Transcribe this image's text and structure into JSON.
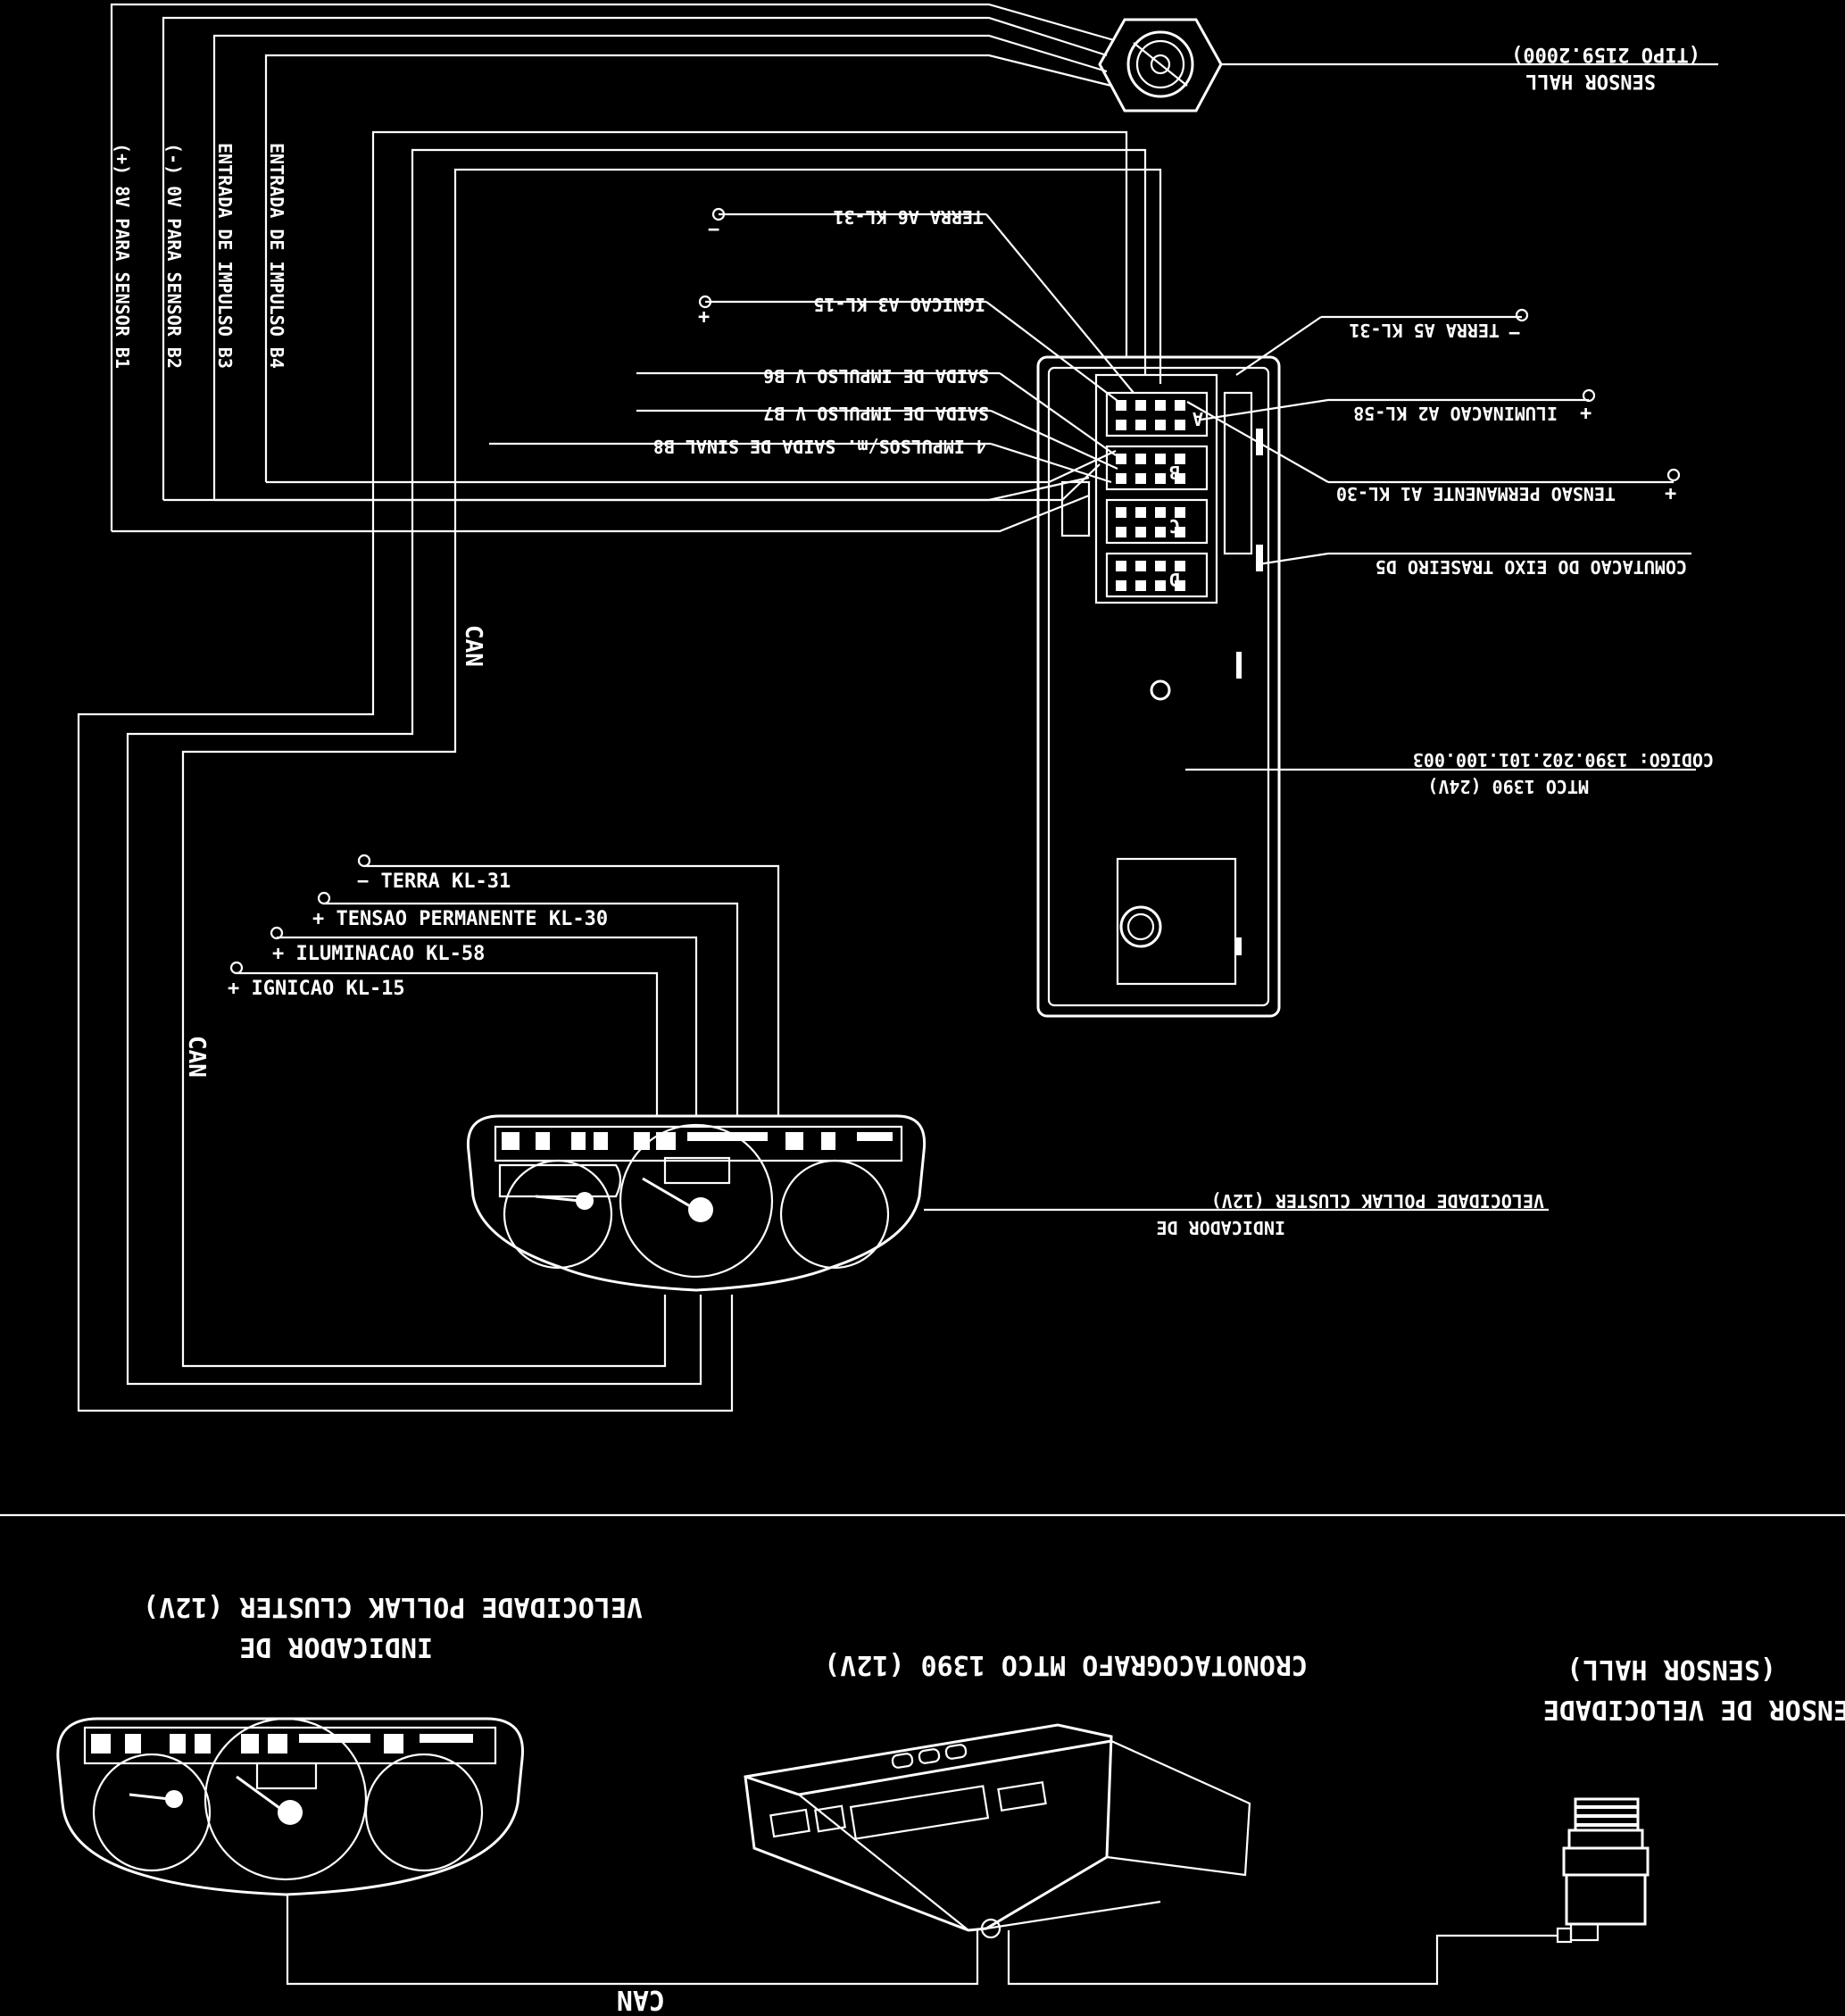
{
  "colors": {
    "background": "#000000",
    "line": "#ffffff"
  },
  "sensor_hall": {
    "line1": "(TIPO 2159.2000)",
    "line2": "SENSOR HALL"
  },
  "sensor_inputs": [
    "(+) 8V PARA SENSOR B1",
    "(-) 0V PARA SENSOR B2",
    "ENTRADA DE IMPULSO B3",
    "ENTRADA DE IMPULSO B4"
  ],
  "connector_labels": {
    "terra_a6": "TERRA A6 KL-31",
    "ignicao_a3": "IGNICAO A3 KL-15",
    "terra_a5": "TERRA A5 KL-31",
    "iluminacao_a2": "ILUMINACAO A2 KL-58",
    "tensao_a1": "TENSAO PERMANENTE A1 KL-30",
    "saida_b6": "SAIDA DE IMPULSO V B6",
    "saida_b7": "SAIDA DE IMPULSO V B7",
    "saida_b8": "4 IMPULSOS/m. SAIDA DE SINAL B8",
    "comutacao_d5": "COMUTACAO DO EIXO TRASEIRO D5",
    "minus": "−",
    "plus": "+"
  },
  "connector_letters": [
    "A",
    "B",
    "C",
    "D"
  ],
  "mtco": {
    "codigo": "CODIGO: 1390.202.101.100.003",
    "name": "MTCO 1390 (24V)"
  },
  "can_label": "CAN",
  "cluster_wires": [
    "− TERRA KL-31",
    "+ TENSAO PERMANENTE KL-30",
    "+ ILUMINACAO KL-58",
    "+ IGNICAO KL-15"
  ],
  "cluster_label": {
    "line1": "VELOCIDADE POLLAK CLUSTER (12V)",
    "line2": "INDICADOR DE"
  },
  "bottom": {
    "indicador_line1": "VELOCIDADE POLLAK CLUSTER (12V)",
    "indicador_line2": "INDICADOR DE",
    "crono": "CRONOTACOGRAFO MTCO 1390 (12V)",
    "sensor_line1": "(SENSOR HALL)",
    "sensor_line2": "SENSOR DE VELOCIDADE",
    "can": "CAN"
  }
}
